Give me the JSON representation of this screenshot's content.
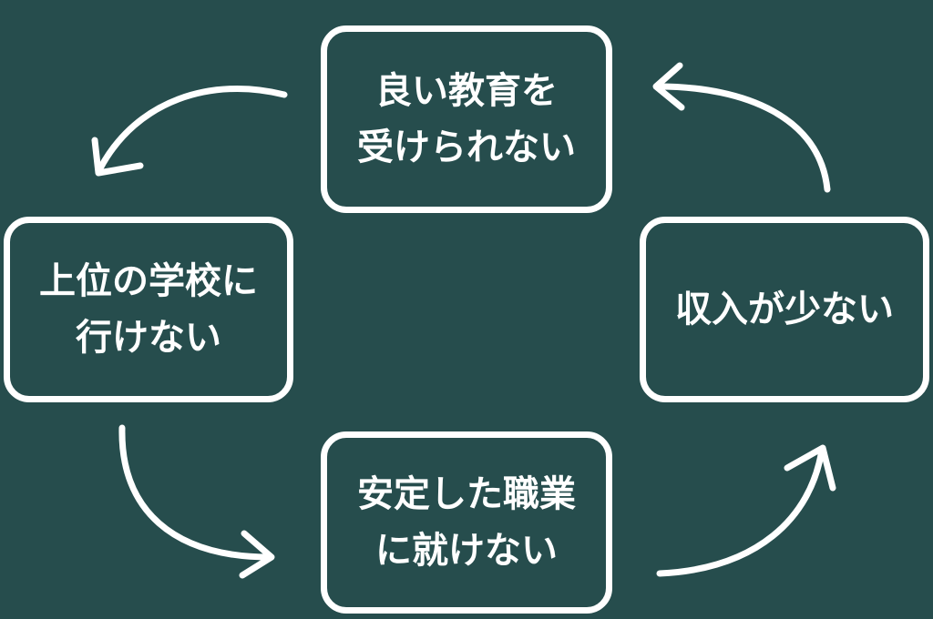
{
  "background_color": "#264d4d",
  "line_color": "#ffffff",
  "nodes": {
    "top": {
      "line1": "良い教育を",
      "line2": "受けられない"
    },
    "left": {
      "line1": "上位の学校に",
      "line2": "行けない"
    },
    "right": {
      "line1": "収入が少ない"
    },
    "bottom": {
      "line1": "安定した職業",
      "line2": "に就けない"
    }
  }
}
